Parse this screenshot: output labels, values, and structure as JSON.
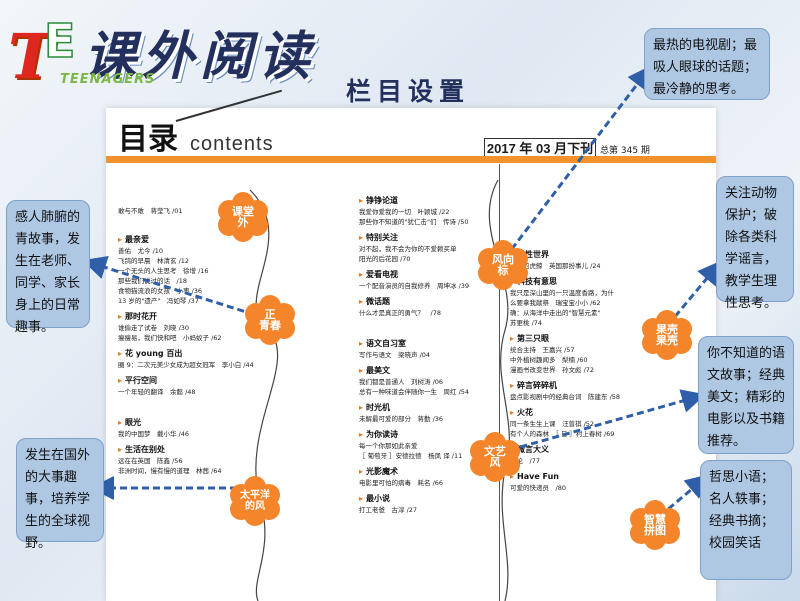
{
  "header": {
    "logo_t": "T",
    "logo_e": "E",
    "logo_main": "课外阅读",
    "logo_sub": "TEENAGERS",
    "section_setting": "栏目设置"
  },
  "page": {
    "mulu": "目录",
    "contents": "contents",
    "issue_date": "2017 年 03 月下刊",
    "issue_num": "总第 345 期"
  },
  "flowers": {
    "ketang": "课堂\n外",
    "zheng": "正\n青春",
    "taipingyang": "太平洋\n的风",
    "fengxiang": "风向\n标",
    "wenyi": "文艺\n风",
    "guoke": "果壳\n果壳",
    "zhihui": "智慧\n拼图"
  },
  "left_col": {
    "intro_item": "敢与不敢　蒋莹飞 /01",
    "s1_title": "最亲爱",
    "s1_items": [
      "善佑　尤今 /10",
      "飞鸽的早晨　林清玄 /12",
      "一个无头的人生思考　徐增 /16",
      "那些我们说过的话　/18",
      "食物猫流浪的女孩　小枣 /36",
      "13 岁的\"遗产\"　冯如琴 /37"
    ],
    "s2_title": "那时花开",
    "s2_items": [
      "谁偷走了试卷　刘晓 /30",
      "瘦瘦易，我们快和吧　小蚂蚁子 /62"
    ],
    "s3_title": "花 young 百出",
    "s3_items": [
      "圈 9：二次元美少女成为超女冠军　李小白 /44"
    ],
    "s4_title": "平行空间",
    "s4_items": [
      "一个年轻的翻译　余懿 /48"
    ],
    "s5_title": "眼光",
    "s5_items": [
      "我的中国梦　戴小华 /46"
    ],
    "s6_title": "生活在别处",
    "s6_items": [
      "远在在英国　陈鑫 /56",
      "非洲时间，慢有慢的道理　林茜 /64"
    ]
  },
  "mid_col": {
    "s1_title": "铮铮论道",
    "s1_items": [
      "我爱你爱我的一切　叶颖城 /22",
      "那些你不知道的\"犹仁击\"们　传诗 /50"
    ],
    "s2_title": "特别关注",
    "s2_items": [
      "对不起，我不会为你的不爱赖买单",
      "阳光的后花园 /70"
    ],
    "s3_title": "爱看电视",
    "s3_items": [
      "一个配音演员的自我修养　周坤冰 /39"
    ],
    "s4_title": "微话题",
    "s4_items": [
      "什么才是真正的勇气？　/78"
    ],
    "s5_title": "语文自习室",
    "s5_items": [
      "写作与语文　梁晓声 /04"
    ],
    "s6_title": "最美文",
    "s6_items": [
      "我们都是普通人　刘树涛 /06",
      "总有一种味道会伴随你一生　周红 /54"
    ],
    "s7_title": "时光机",
    "s7_items": [
      "未解最可爱的部分　蒋勤 /36"
    ],
    "s8_title": "为你读诗",
    "s8_items": [
      "每一个你那如此亲爱",
      "［ 葡萄牙 ］安德拉德　杨凤 译 /11"
    ],
    "s9_title": "光影魔术",
    "s9_items": [
      "电影里可怕的病毒　耗名 /66"
    ],
    "s10_title": "最小说",
    "s10_items": [
      "打工老爸　古淳 /27"
    ]
  },
  "right_col": {
    "s1_title": "灵性世界",
    "s1_items": [
      "悲伤的虎鲸　英国那扮事儿 /24"
    ],
    "s2_title": "科技有意思",
    "s2_items": [
      "我只是深山里的一只温度香路，为什",
      "么要拿我献祭　瑞宝宝小小 /62",
      "确：从海洋中走出的\"智慧元素\"",
      "苏更桃 /74"
    ],
    "s3_title": "第三只眼",
    "s3_items": [
      "统合主持　王嘉兴 /57",
      "中外植树趣闻多　梨楠 /60",
      "漫画书改变世界　孙文彪 /72"
    ],
    "s4_title": "碎言碎碎机",
    "s4_items": [
      "盘点影视剧中的经典台词　陈建东 /58"
    ],
    "s5_title": "火花",
    "s5_items": [
      "同一条生生上课　汪曾祺 /52",
      "有个人的森林　［ 日 ］村上春树 /69"
    ],
    "s6_title": "微言大义",
    "s6_items": [
      "言论　/77"
    ],
    "s7_title": "Have Fun",
    "s7_items": [
      "可爱的快递员　/80"
    ]
  },
  "callouts": {
    "tv": "最热的电视剧；最吸人眼球的话题；最冷静的思考。",
    "youth": "感人肺腑的青故事，发生在老师、同学、家长身上的日常趣事。",
    "animal": "关注动物保护；破除各类科学谣言，教学生理性思考。",
    "culture": "你不知道的语文故事；经典美文；精彩的电影以及书籍推荐。",
    "world": "发生在国外的大事趣事，培养学生的全球视野。",
    "fun": "哲思小语；名人轶事；经典书摘；校园笑话"
  },
  "colors": {
    "orange": "#f5852a",
    "callout_bg": "#aec7e3",
    "arrow": "#2f5fa8"
  }
}
